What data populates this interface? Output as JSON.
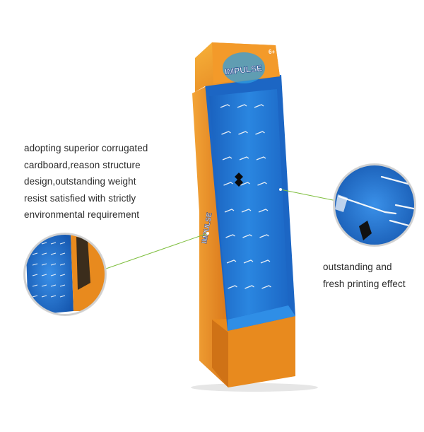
{
  "header_brand": "IMPULSE",
  "header_badge": "6+",
  "left_caption": [
    "adopting superior corrugated",
    "cardboard,reason structure",
    "design,outstanding weight",
    "resist satisfied with strictly",
    "environmental requirement"
  ],
  "right_caption": [
    "outstanding and",
    "fresh printing effect"
  ],
  "colors": {
    "display_blue": "#1f6fc9",
    "display_orange": "#e88a1e",
    "callout_line": "#7fbf3f"
  }
}
